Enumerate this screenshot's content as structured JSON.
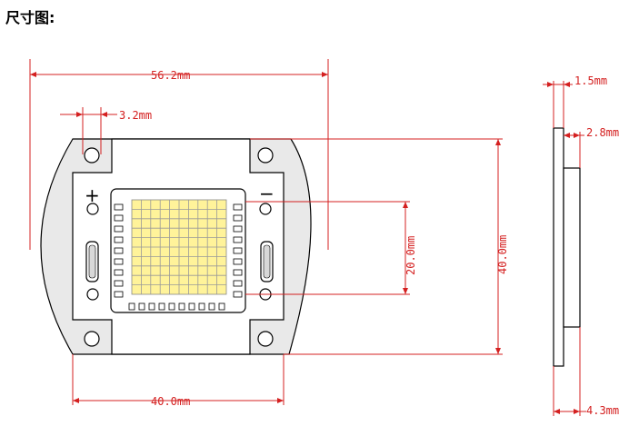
{
  "title": "尺寸图:",
  "dimensions": {
    "overall_width": "56.2mm",
    "hole_offset": "3.2mm",
    "led_height": "20.0mm",
    "board_height": "40.0mm",
    "board_width": "40.0mm",
    "side_thin": "1.5mm",
    "side_mid": "2.8mm",
    "side_total": "4.3mm"
  },
  "polarity": {
    "plus": "+",
    "minus": "−"
  },
  "colors": {
    "dimension": "#d42020",
    "led": "#fff39a",
    "base": "#e9e9e9"
  }
}
